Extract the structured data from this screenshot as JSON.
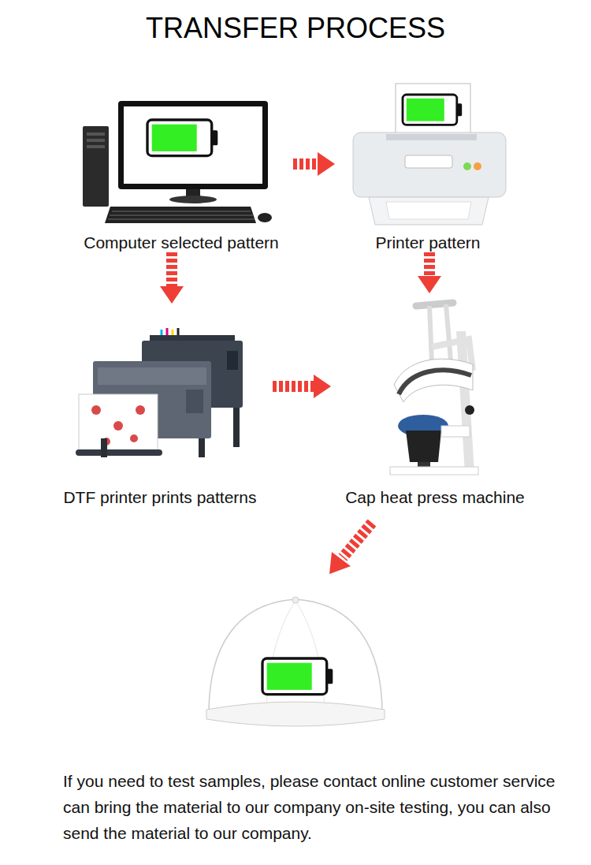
{
  "diagram": {
    "title": "TRANSFER PROCESS",
    "nodes": [
      {
        "text": [
          "Computer selected pattern"
        ]
      },
      {
        "text": [
          "Printer pattern"
        ]
      },
      {
        "text": [
          "DTF printer prints patterns"
        ]
      },
      {
        "text": [
          "Cap heat press machine"
        ]
      }
    ],
    "edges": [
      {
        "from": 0,
        "to": 1,
        "arrow": "to"
      },
      {
        "from": 0,
        "to": 2,
        "arrow": "to"
      },
      {
        "from": 1,
        "to": 3,
        "arrow": "to"
      },
      {
        "from": 2,
        "to": 3,
        "arrow": "to"
      }
    ],
    "labels": [
      "If you need to test samples, please contact online customer service can bring the material to our company on-site testing, you can also send the material to our company."
    ]
  }
}
